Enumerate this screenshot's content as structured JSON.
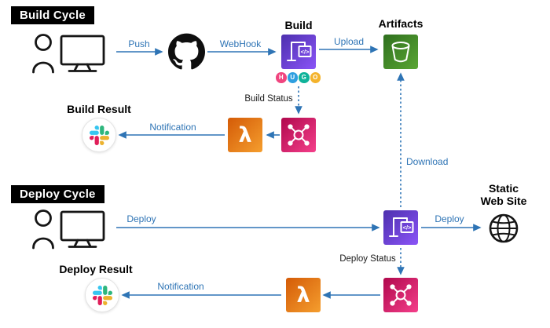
{
  "badges": {
    "build": "Build Cycle",
    "deploy": "Deploy Cycle"
  },
  "nodes": {
    "build": "Build",
    "artifacts": "Artifacts",
    "build_result": "Build Result",
    "deploy_result": "Deploy Result",
    "static_line1": "Static",
    "static_line2": "Web Site",
    "lambda_symbol": "λ",
    "code_glyph": "</>",
    "hugo": [
      "H",
      "U",
      "G",
      "O"
    ]
  },
  "edges": {
    "push": "Push",
    "webhook": "WebHook",
    "upload": "Upload",
    "build_status": "Build Status",
    "notification_build": "Notification",
    "download": "Download",
    "deploy": "Deploy",
    "deploy_site": "Deploy",
    "deploy_status": "Deploy Status",
    "notification_deploy": "Notification"
  },
  "colors": {
    "arrow_blue": "#2e74b5",
    "status_text": "#1a1a1a",
    "codebuild_from": "#4d30ae",
    "codebuild_to": "#8a54f7",
    "s3_from": "#2e6f1e",
    "s3_to": "#5aa634",
    "pink_from": "#b0084d",
    "pink_to": "#f43f8a",
    "orange_from": "#d45b07",
    "orange_to": "#f59e2e",
    "slack_red": "#e01e5a",
    "slack_blue": "#36c5f0",
    "slack_green": "#2eb67d",
    "slack_yellow": "#ecb22e",
    "hugo_h": "#f0457f",
    "hugo_u": "#2e9fe0",
    "hugo_g": "#0fb39a",
    "hugo_o": "#f4b32c"
  }
}
